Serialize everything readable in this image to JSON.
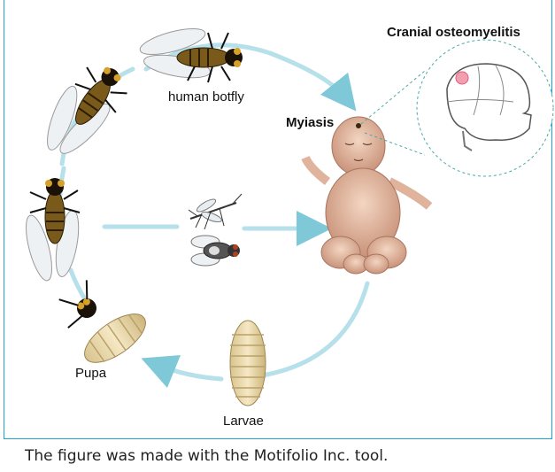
{
  "diagram": {
    "labels": {
      "human_botfly": "human botfly",
      "myiasis": "Myiasis",
      "cranial_osteomyelitis": "Cranial osteomyelitis",
      "pupa": "Pupa",
      "larvae": "Larvae"
    }
  },
  "caption": "The figure was made with the Motifolio Inc. tool."
}
